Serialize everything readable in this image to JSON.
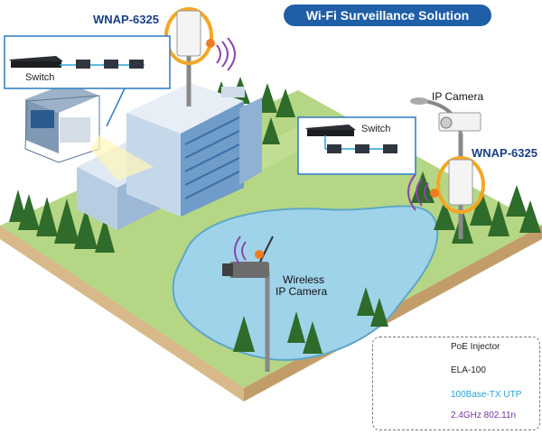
{
  "title": "Wi-Fi Surveillance Solution",
  "wnap_left": "WNAP-6325",
  "wnap_right": "WNAP-6325",
  "ip_camera_label": "IP Camera",
  "switch_left": "Switch",
  "switch_right": "Switch",
  "wireless_camera_label": [
    "Wireless",
    "IP Camera"
  ],
  "legend": {
    "poe": "PoE Injector",
    "ela": "ELA-100",
    "utp": "100Base-TX UTP",
    "wifi": "2.4GHz 802.11n"
  },
  "colors": {
    "title_bg": "#1f5fa8",
    "wnap_text": "#1a3f86",
    "utp": "#29a3d6",
    "wifi_text": "#7b2fa0",
    "ground": "#b5d684",
    "lake": "#9fd3ea"
  }
}
